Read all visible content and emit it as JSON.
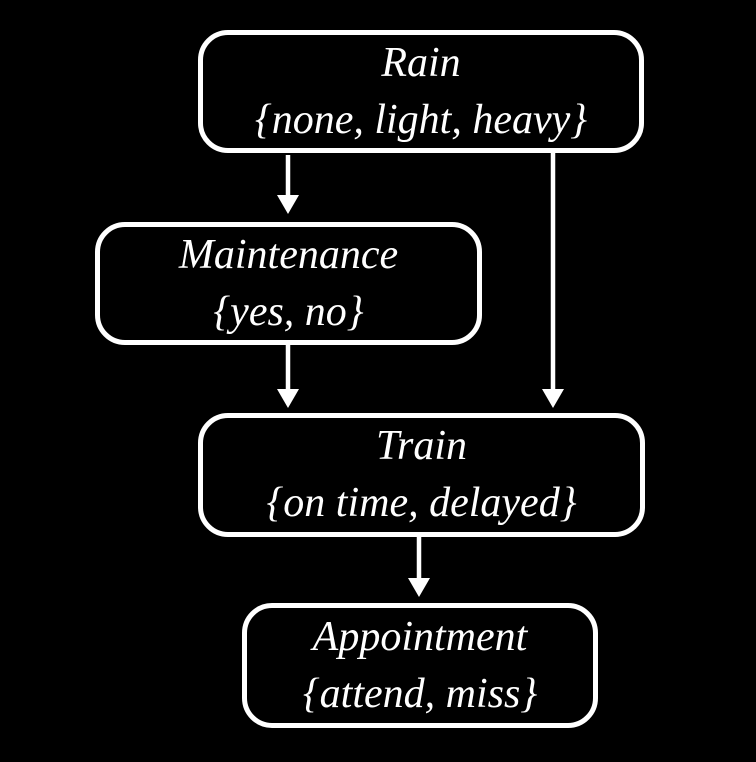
{
  "diagram": {
    "type": "bayesian-network",
    "colors": {
      "background": "#000000",
      "node_border": "#ffffff",
      "node_fill": "#000000",
      "text": "#ffffff",
      "arrow": "#ffffff"
    },
    "nodes": [
      {
        "id": "rain",
        "name": "Rain",
        "domain": "{none, light, heavy}"
      },
      {
        "id": "maintenance",
        "name": "Maintenance",
        "domain": "{yes, no}"
      },
      {
        "id": "train",
        "name": "Train",
        "domain": "{on time, delayed}"
      },
      {
        "id": "appointment",
        "name": "Appointment",
        "domain": "{attend, miss}"
      }
    ],
    "edges": [
      {
        "from": "rain",
        "to": "maintenance"
      },
      {
        "from": "rain",
        "to": "train"
      },
      {
        "from": "maintenance",
        "to": "train"
      },
      {
        "from": "train",
        "to": "appointment"
      }
    ]
  }
}
